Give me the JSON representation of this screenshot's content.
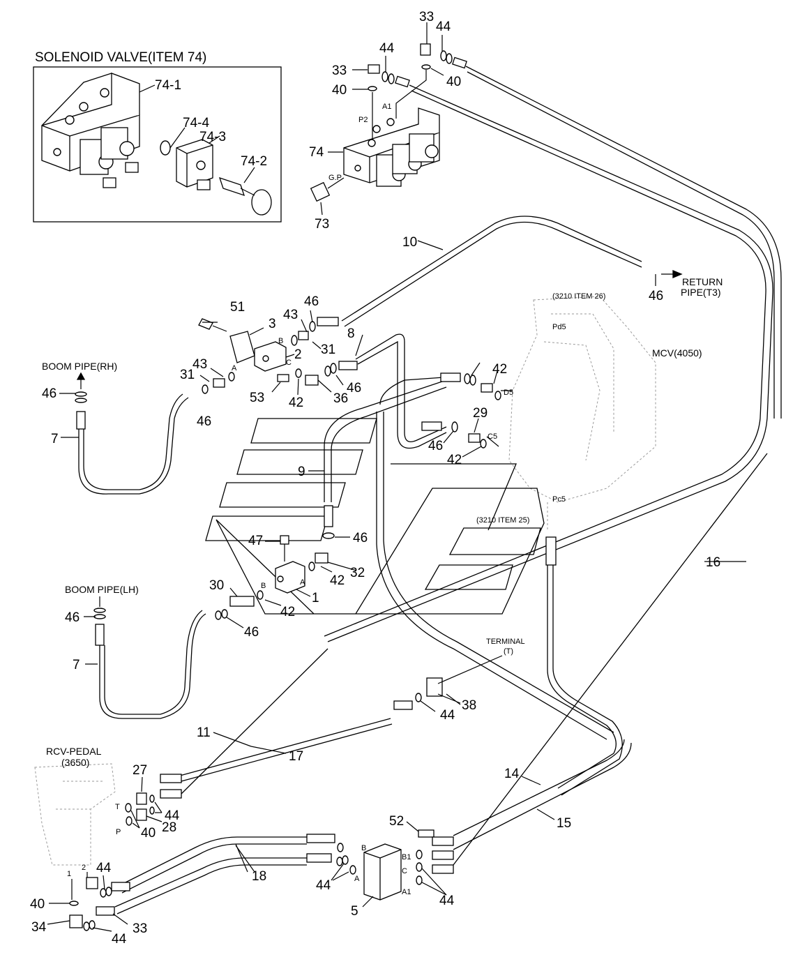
{
  "diagram": {
    "inset_title": "SOLENOID VALVE(ITEM 74)",
    "inset_labels": [
      "74-1",
      "74-4",
      "74-3",
      "74-2"
    ],
    "section_labels": {
      "boom_pipe_rh": "BOOM PIPE(RH)",
      "boom_pipe_lh": "BOOM PIPE(LH)",
      "return_pipe_1": "RETURN",
      "return_pipe_2": "PIPE(T3)",
      "mcv": "MCV(4050)",
      "item26": "(3210 ITEM 26)",
      "item25": "(3210 ITEM 25)",
      "terminal_1": "TERMINAL",
      "terminal_2": "(T)",
      "rcv_1": "RCV-PEDAL",
      "rcv_2": "(3650)"
    },
    "callouts": [
      "33",
      "44",
      "44",
      "33",
      "40",
      "40",
      "74",
      "73",
      "10",
      "46",
      "51",
      "43",
      "46",
      "3",
      "31",
      "2",
      "8",
      "43",
      "31",
      "46",
      "53",
      "42",
      "36",
      "46",
      "46",
      "42",
      "29",
      "46",
      "42",
      "7",
      "9",
      "47",
      "46",
      "32",
      "42",
      "30",
      "42",
      "1",
      "46",
      "46",
      "7",
      "16",
      "38",
      "44",
      "11",
      "17",
      "27",
      "44",
      "28",
      "40",
      "14",
      "15",
      "52",
      "18",
      "44",
      "44",
      "40",
      "34",
      "33",
      "44",
      "5",
      "44"
    ],
    "port_labels": [
      "P2",
      "A1",
      "G.P",
      "A",
      "B",
      "C",
      "D5",
      "C5",
      "Pd5",
      "Pc5",
      "A",
      "B",
      "T",
      "P",
      "1",
      "2",
      "B",
      "A",
      "B1",
      "C",
      "A1"
    ]
  }
}
